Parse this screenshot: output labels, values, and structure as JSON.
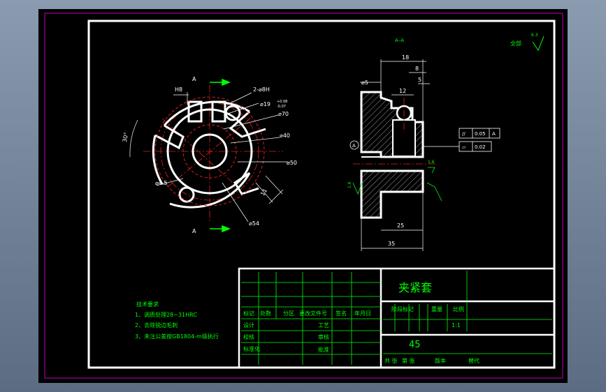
{
  "colors": {
    "background": "#000000",
    "frame": "#ffffff",
    "outer_border": "#c000c0",
    "dimension": "#ffffff",
    "centerline": "#e02020",
    "annotation": "#00ff00",
    "section_arrow": "#00ff00",
    "hatch": "#ffffff",
    "viewport_bg": "#6b7b90"
  },
  "front_view": {
    "section_mark_top": "A",
    "section_mark_bottom": "A",
    "dims": {
      "width_slot": "H8",
      "holes": "2-⌀8H",
      "dia_19": "⌀19",
      "tol_upper": "+0.08",
      "tol_lower": "-0.07",
      "dia_70": "⌀70",
      "dia_40": "⌀40",
      "dia_50": "⌀50",
      "dia_54": "⌀54",
      "angle": "30°",
      "small_hole": "⌀4.5",
      "slot_11": "11"
    }
  },
  "section_view": {
    "title": "A–A",
    "datum": "A",
    "dims": {
      "d18": "18",
      "d8": "8",
      "d5": "5",
      "d12": "12",
      "d25": "25",
      "d35": "35",
      "dia5": "⌀5",
      "ra_left": "1.6",
      "ra_right": "1.6"
    },
    "gdt": [
      {
        "symbol": "//",
        "value": "0.05",
        "datum": "A"
      },
      {
        "symbol": "▱",
        "value": "0.02",
        "datum": ""
      }
    ]
  },
  "surface_finish": {
    "label": "全部",
    "value": "6.3"
  },
  "tech_notes": {
    "heading": "技术要求",
    "lines": [
      "1、调质处理28~31HRC",
      "2、去除锐边毛刺",
      "3、未注公差按GB1804-m级执行"
    ]
  },
  "title_block": {
    "part_name": "夹紧套",
    "material": "45",
    "header_cells": [
      "标记",
      "处数",
      "分区",
      "更改文件号",
      "签名",
      "年月日"
    ],
    "row_labels": [
      "设计",
      "校核",
      "标准化"
    ],
    "mid_labels": [
      "工艺",
      "审核",
      "批准"
    ],
    "stage_labels": [
      "阶段标记",
      "重量",
      "比例"
    ],
    "scale": "1:1",
    "bottom_labels": [
      "共 张",
      "第 张",
      "版本",
      "替代"
    ]
  }
}
